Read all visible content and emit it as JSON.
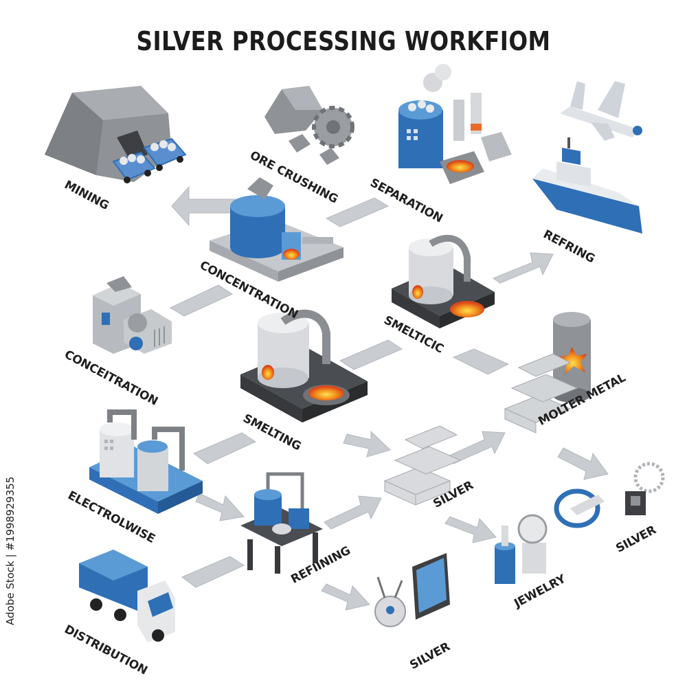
{
  "title": "SILVER PROCESSING WORKFIOM",
  "labels": {
    "mining": "MINING",
    "ore_crushing": "ORE CRUSHING",
    "separation": "SEPARATION",
    "refring": "REFRING",
    "concentration": "CONCENTRATION",
    "conceitration": "CONCEITRATION",
    "smelticic": "SMELTICIC",
    "smelting": "SMELTING",
    "molter_metal": "MOLTER METAL",
    "electrolwise": "ELECTROLWISE",
    "silver_center": "SILVER",
    "silver_right": "SILVER",
    "silver_bottom": "SILVER",
    "refiining": "REFIINING",
    "jewelry": "JEWELRY",
    "distribution": "DISTRIBUTION"
  },
  "stock_id": "Adobe Stock | #1998929355",
  "colors": {
    "blue": "#2f6fb6",
    "light_blue": "#5b9bd5",
    "gray": "#b9bdc2",
    "dark_gray": "#5a5d61",
    "arrow": "#c9cdd2",
    "fire": "#f28b1c"
  }
}
